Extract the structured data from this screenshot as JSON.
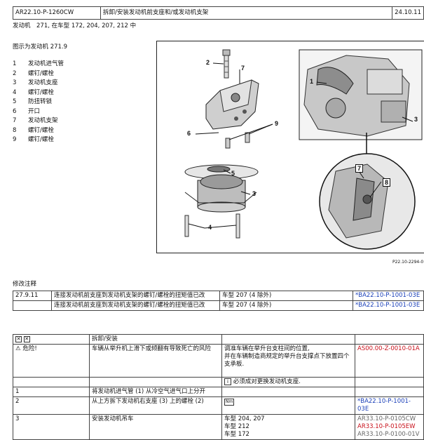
{
  "header": {
    "doc_id": "AR22.10-P-1260CW",
    "title": "拆卸/安装发动机前支座和/或发动机支架",
    "date": "24.10.11"
  },
  "subtitle": "发动机　271, 在车型 172, 204, 207, 212 中",
  "figure_caption": "图示为发动机 271.9",
  "legend": [
    {
      "num": "1",
      "label": "发动机进气管"
    },
    {
      "num": "2",
      "label": "螺钉/螺栓"
    },
    {
      "num": "3",
      "label": "发动机支座"
    },
    {
      "num": "4",
      "label": "螺钉/螺栓"
    },
    {
      "num": "5",
      "label": "防扭转锁"
    },
    {
      "num": "6",
      "label": "开口"
    },
    {
      "num": "7",
      "label": "发动机支架"
    },
    {
      "num": "8",
      "label": "螺钉/螺栓"
    },
    {
      "num": "9",
      "label": "螺钉/螺栓"
    }
  ],
  "figure": {
    "ref": "P22.10-2294-0",
    "callouts": [
      "1",
      "2",
      "3",
      "4",
      "5",
      "6",
      "7",
      "8",
      "9"
    ]
  },
  "notes": {
    "heading": "修改注释",
    "rows": [
      {
        "date": "27.9.11",
        "text": "连接发动机前支座到发动机支架的螺钉/螺栓的扭矩值已改",
        "model": "车型 207 (4 除外)",
        "ref": "*BA22.10-P-1001-03E"
      },
      {
        "date": "",
        "text": "连接发动机前支座到发动机支架的螺钉/螺栓的扭矩值已改",
        "model": "车型 207 (4 除外)",
        "ref": "*BA22.10-P-1001-03E"
      }
    ]
  },
  "steps": {
    "header_label": "拆卸/安装",
    "danger_label": "危险!",
    "danger_text": "车辆从举升机上滑下或倾翻有导致死亡的风险",
    "danger_instruction_1": "调准车辆在举升台支柱间的位置,",
    "danger_instruction_2": "并在车辆制造商规定的举升台支撑点下放置四个支承板.",
    "danger_ref": "AS00.00-Z-0010-01A",
    "danger_note": "必须成对更换发动机支座.",
    "rows": [
      {
        "num": "1",
        "text": "将发动机进气管 (1) 从冷空气进气口上分开"
      },
      {
        "num": "2",
        "text": "从上方拆下发动机右支座 (3) 上的螺栓 (2)",
        "ref": "*BA22.10-P-1001-03E"
      },
      {
        "num": "3",
        "text": "安装发动机吊车",
        "models": [
          "车型 204, 207",
          "车型 212",
          "车型 172"
        ],
        "refs": [
          "AR33.10-P-0105CW",
          "AR33.10-P-0105EW",
          "AR33.10-P-0100-01V"
        ]
      }
    ]
  }
}
